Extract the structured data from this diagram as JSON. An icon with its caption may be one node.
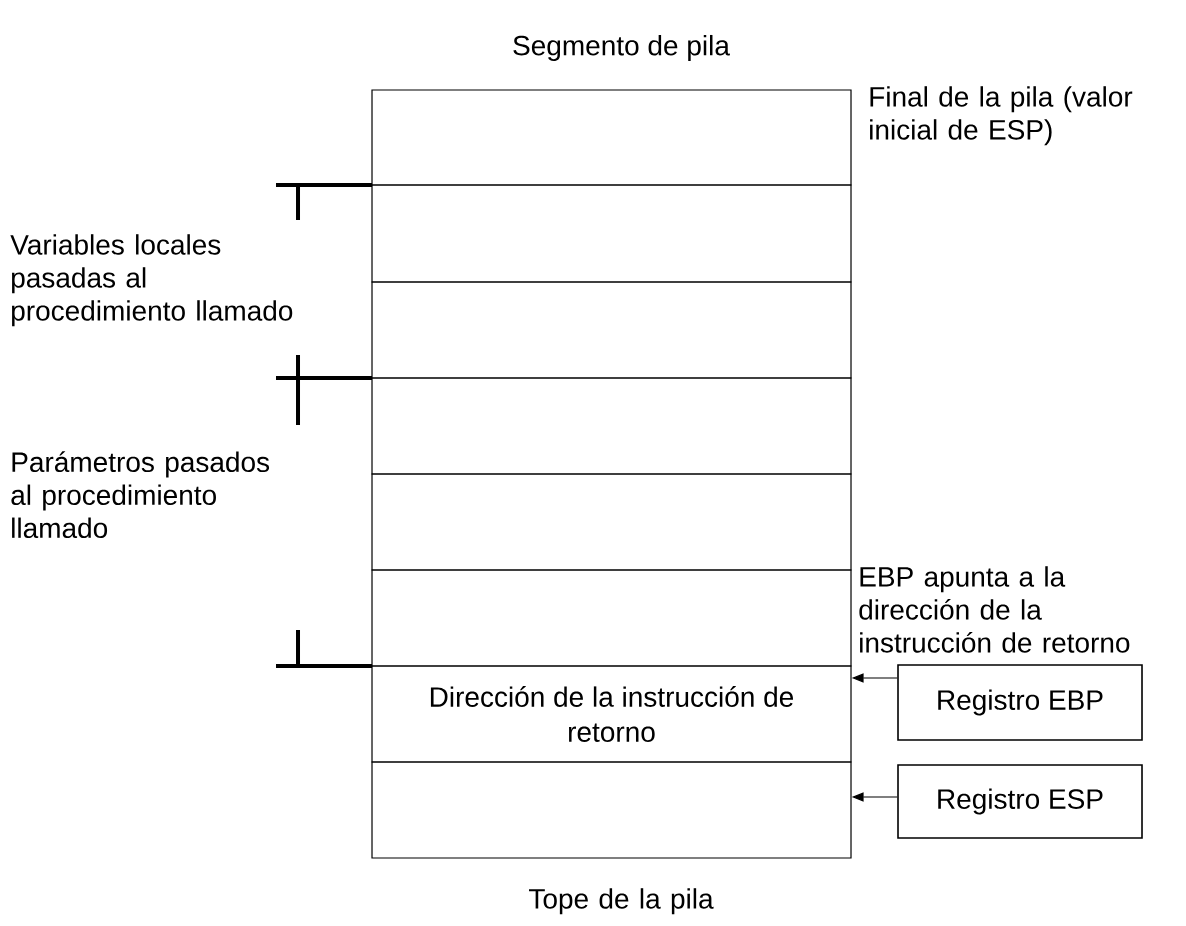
{
  "diagram": {
    "title": "Segmento de pila",
    "nodes": [
      {
        "text": [],
        "shape": "box"
      },
      {
        "text": [],
        "shape": "box"
      },
      {
        "text": [],
        "shape": "box"
      },
      {
        "text": [],
        "shape": "box"
      },
      {
        "text": [],
        "shape": "box"
      },
      {
        "text": [],
        "shape": "box"
      },
      {
        "text": [
          "Dirección de la instrucción de retorno"
        ]
      },
      {
        "text": [],
        "shape": "box"
      },
      {
        "text": [
          "Registro EBP"
        ]
      },
      {
        "text": [
          "Registro ESP"
        ]
      }
    ],
    "edges": [
      {
        "from": 8,
        "to": 6,
        "arrow": "to"
      },
      {
        "from": 9,
        "to": 7,
        "arrow": "to"
      }
    ],
    "labels": [
      "Final de la pila (valor inicial de ESP)",
      "Variables locales pasadas al procedimiento llamado",
      "Parámetros pasados al procedimiento llamado",
      "EBP apunta a la dirección de la instrucción de retorno",
      "Tope de la pila"
    ]
  }
}
